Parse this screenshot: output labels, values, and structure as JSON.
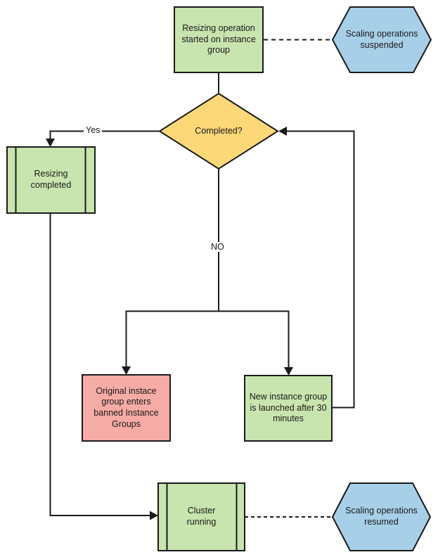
{
  "diagram": {
    "kind": "flowchart",
    "background": "#ffffff"
  },
  "colors": {
    "green": "#c8e4af",
    "yellow": "#fcd878",
    "blue": "#a8cfe8",
    "red": "#f6aba6",
    "line": "#1a1a1a",
    "text": "#1a1a1a",
    "label_bg": "#ffffff"
  },
  "nodes": {
    "start": {
      "label": "Resizing operation started on instance group",
      "type": "process"
    },
    "suspended": {
      "label": "Scaling operations suspended",
      "type": "preparation"
    },
    "decision": {
      "label": "Completed?",
      "type": "decision"
    },
    "resizing_completed": {
      "label": "Resizing completed",
      "type": "predefined-process"
    },
    "banned": {
      "label": "Original instace group enters banned Instance Groups",
      "type": "process"
    },
    "new_group": {
      "label": "New instance group is launched after 30 minutes",
      "type": "process"
    },
    "cluster_running": {
      "label": "Cluster running",
      "type": "predefined-process"
    },
    "resumed": {
      "label": "Scaling operations resumed",
      "type": "preparation"
    }
  },
  "edge_labels": {
    "yes": "Yes",
    "no": "NO"
  }
}
